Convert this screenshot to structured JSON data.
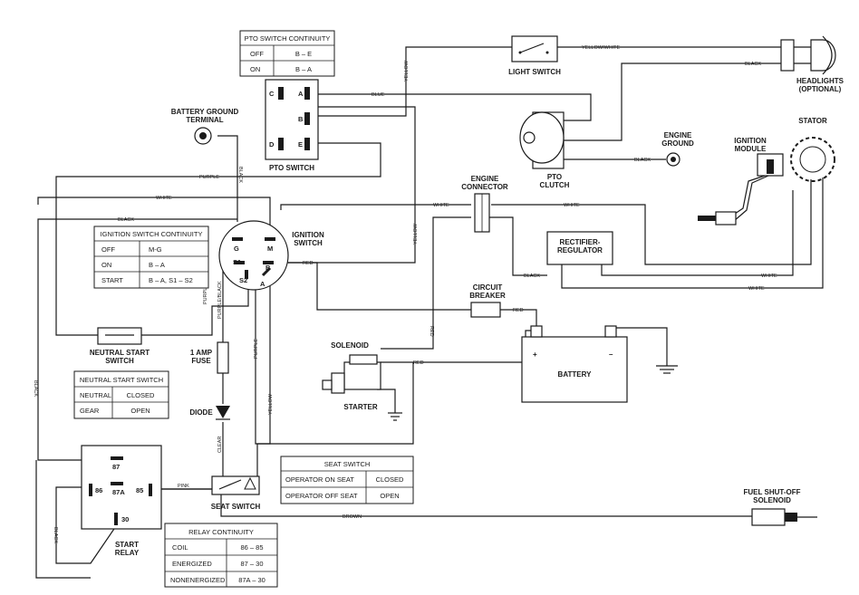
{
  "components": {
    "battery_ground_terminal": "BATTERY GROUND\nTERMINAL",
    "pto_switch": "PTO SWITCH",
    "light_switch": "LIGHT SWITCH",
    "headlights": "HEADLIGHTS\n(OPTIONAL)",
    "stator": "STATOR",
    "engine_ground": "ENGINE\nGROUND",
    "pto_clutch": "PTO\nCLUTCH",
    "ignition_module": "IGNITION\nMODULE",
    "ignition_switch": "IGNITION\nSWITCH",
    "engine_connector": "ENGINE\nCONNECTOR",
    "rectifier_regulator": "RECTIFIER-\nREGULATOR",
    "circuit_breaker": "CIRCUIT\nBREAKER",
    "solenoid": "SOLENOID",
    "starter": "STARTER",
    "battery": "BATTERY",
    "neutral_start_switch": "NEUTRAL START\nSWITCH",
    "fuse": "1 AMP\nFUSE",
    "diode": "DIODE",
    "start_relay": "START\nRELAY",
    "seat_switch": "SEAT SWITCH",
    "fuel_shutoff_solenoid": "FUEL SHUT-OFF\nSOLENOID"
  },
  "terminals": {
    "pto": [
      "C",
      "A",
      "B",
      "D",
      "E"
    ],
    "ignition": [
      "G",
      "M",
      "S1",
      "B",
      "S2",
      "A"
    ],
    "relay": [
      "87",
      "86",
      "87A",
      "85",
      "30"
    ],
    "battery": [
      "+",
      "–"
    ]
  },
  "wires": {
    "black": "BLACK",
    "purple": "PURPLE",
    "white": "WHITE",
    "blue": "BLUE",
    "yellow": "YELLOW",
    "yellow_white": "YELLOW/WHITE",
    "red": "RED",
    "purple_black": "PURPLE/BLACK",
    "clear": "CLEAR",
    "pink": "PINK",
    "brown": "BROWN"
  },
  "tables": {
    "pto_continuity": {
      "title": "PTO SWITCH CONTINUITY",
      "rows": [
        [
          "OFF",
          "B – E"
        ],
        [
          "ON",
          "B – A"
        ]
      ]
    },
    "ignition_continuity": {
      "title": "IGNITION SWITCH CONTINUITY",
      "rows": [
        [
          "OFF",
          "M-G"
        ],
        [
          "ON",
          "B – A"
        ],
        [
          "START",
          "B – A, S1 – S2"
        ]
      ]
    },
    "neutral_start": {
      "title": "NEUTRAL START SWITCH",
      "rows": [
        [
          "NEUTRAL",
          "CLOSED"
        ],
        [
          "GEAR",
          "OPEN"
        ]
      ]
    },
    "seat_switch": {
      "title": "SEAT SWITCH",
      "rows": [
        [
          "OPERATOR ON SEAT",
          "CLOSED"
        ],
        [
          "OPERATOR OFF SEAT",
          "OPEN"
        ]
      ]
    },
    "relay_continuity": {
      "title": "RELAY CONTINUITY",
      "rows": [
        [
          "COIL",
          "86 – 85"
        ],
        [
          "ENERGIZED",
          "87 – 30"
        ],
        [
          "NONENERGIZED",
          "87A – 30"
        ]
      ]
    }
  }
}
